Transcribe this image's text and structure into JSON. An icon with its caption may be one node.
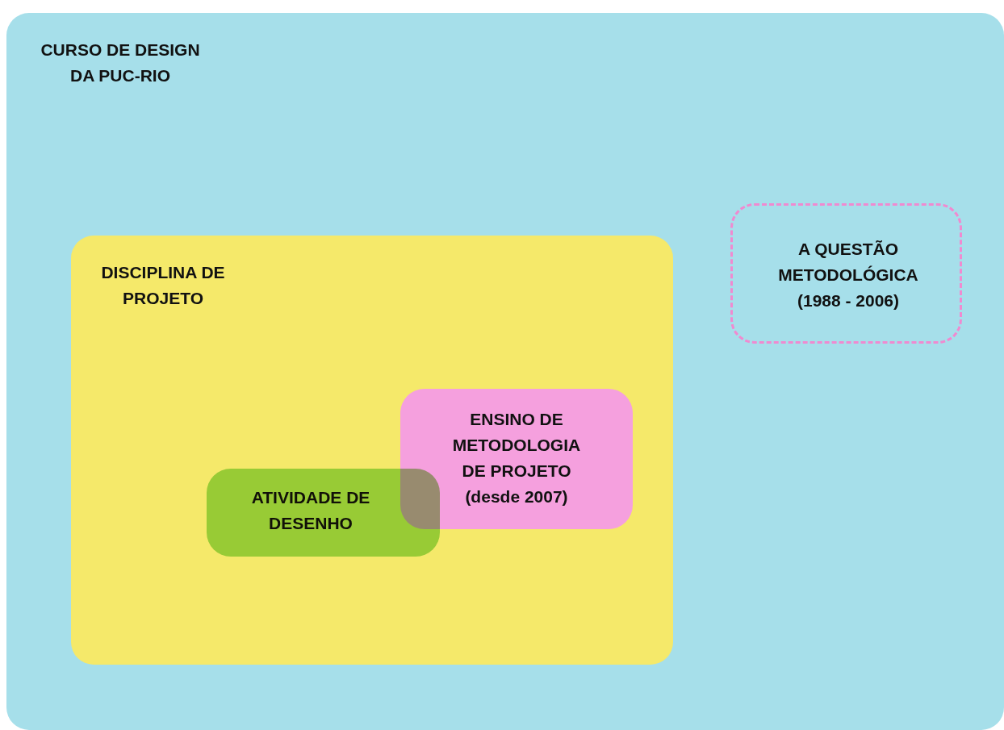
{
  "diagram": {
    "nodes": [
      {
        "text": [
          "CURSO DE DESIGN DA PUC-RIO"
        ]
      },
      {
        "text": [
          "DISCIPLINA DE PROJETO"
        ],
        "in": 0
      },
      {
        "text": [
          "A QUESTÃO METODOLÓGICA (1988 - 2006)"
        ],
        "in": 0
      },
      {
        "text": [
          "ENSINO DE METODOLOGIA DE PROJETO (desde 2007)"
        ],
        "in": 1
      },
      {
        "text": [
          "ATIVIDADE DE DESENHO"
        ],
        "in": 1
      }
    ]
  }
}
